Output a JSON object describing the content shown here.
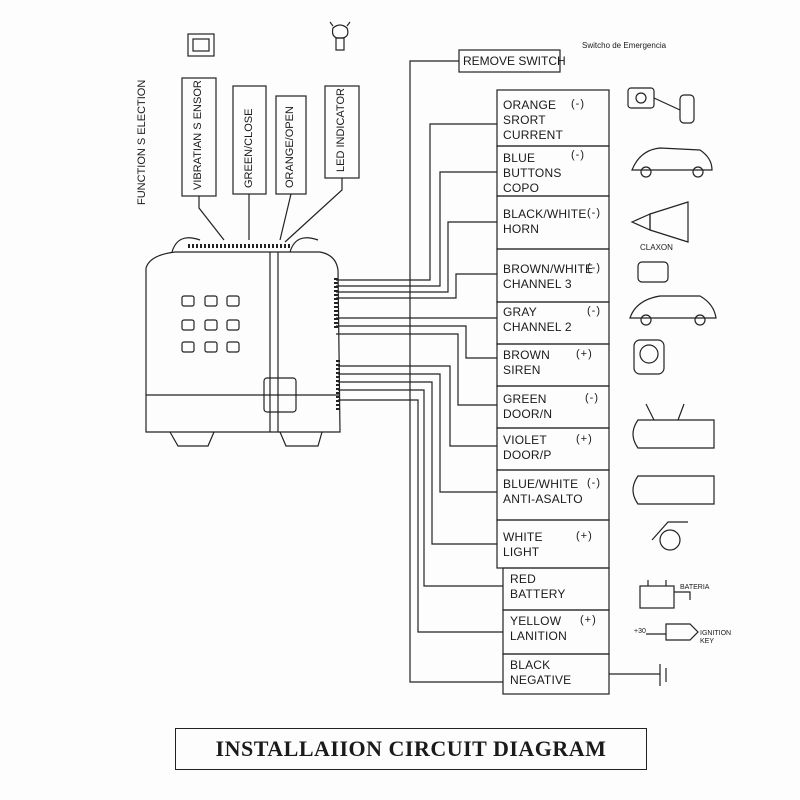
{
  "diagram": {
    "title": "INSTALLAIION CIRCUIT DIAGRAM",
    "function_selection": "FUNCTION S ELECTION",
    "remove_switch": "REMOVE SWITCH",
    "top_inputs": [
      {
        "label": "VIBRATIAN S ENSOR"
      },
      {
        "label": "GREEN/CLOSE"
      },
      {
        "label": "ORANGE/OPEN"
      },
      {
        "label": "LED INDICATOR"
      }
    ],
    "logo_text": "Switcho de Emergencia",
    "icon_labels": {
      "claxon": "CLAXON",
      "bateria": "BATERIA",
      "ignition": "IGNITION KEY",
      "plus30": "+30"
    },
    "wires": [
      {
        "line1": "ORANGE",
        "line2": "SRORT",
        "line3": "CURRENT",
        "polarity": "(-)",
        "icon": "relay-coil-icon"
      },
      {
        "line1": "BLUE",
        "line2": "BUTTONS",
        "line3": "COPO",
        "polarity": "(-)",
        "icon": "car-trunk-open-icon"
      },
      {
        "line1": "BLACK/WHITE",
        "line2": "HORN",
        "line3": "",
        "polarity": "(-)",
        "icon": "horn-icon"
      },
      {
        "line1": "BROWN/WHITE",
        "line2": "CHANNEL 3",
        "line3": "",
        "polarity": "(-)",
        "icon": "relay-box-icon"
      },
      {
        "line1": "GRAY",
        "line2": "CHANNEL 2",
        "line3": "",
        "polarity": "(-)",
        "icon": "car-side-icon"
      },
      {
        "line1": "BROWN",
        "line2": "SIREN",
        "line3": "",
        "polarity": "(+)",
        "icon": "siren-icon"
      },
      {
        "line1": "GREEN",
        "line2": "DOOR/N",
        "line3": "",
        "polarity": "(-)",
        "icon": "car-doors-open-icon"
      },
      {
        "line1": "VIOLET",
        "line2": "DOOR/P",
        "line3": "",
        "polarity": "(+)",
        "icon": "car-top-icon"
      },
      {
        "line1": "BLUE/WHITE",
        "line2": "ANTI-ASALTO",
        "line3": "",
        "polarity": "(-)",
        "icon": "car-top-2-icon"
      },
      {
        "line1": "WHITE",
        "line2": "LIGHT",
        "line3": "",
        "polarity": "(+)",
        "icon": "lamp-icon"
      },
      {
        "line1": "RED",
        "line2": "BATTERY",
        "line3": "",
        "polarity": "",
        "icon": "battery-icon"
      },
      {
        "line1": "YELLOW",
        "line2": "LANITION",
        "line3": "",
        "polarity": "(+)",
        "icon": "ignition-key-icon"
      },
      {
        "line1": "BLACK",
        "line2": "NEGATIVE",
        "line3": "",
        "polarity": "",
        "icon": "ground-icon"
      }
    ]
  }
}
